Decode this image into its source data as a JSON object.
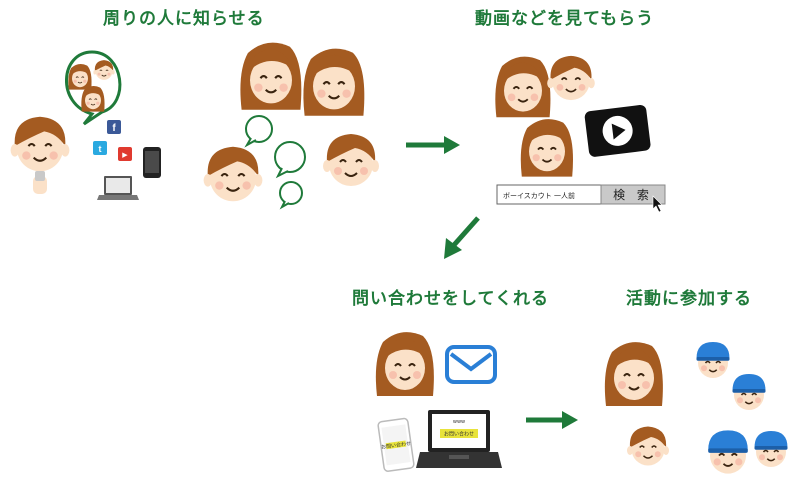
{
  "steps": {
    "notify": {
      "title": "周りの人に知らせる"
    },
    "watch": {
      "title": "動画などを見てもらう"
    },
    "inquire": {
      "title": "問い合わせをしてくれる"
    },
    "join": {
      "title": "活動に参加する"
    }
  },
  "search": {
    "query": "ボーイスカウト 一人前",
    "button": "検 索"
  },
  "laptop_screen": {
    "url": "www",
    "button": "お問い合わせ"
  },
  "phone_screen": {
    "label": "お問い合わせ"
  },
  "social_icons": {
    "facebook": "f",
    "twitter": "t",
    "youtube": "▶"
  },
  "colors": {
    "accent": "#1f7a3a",
    "skin": "#fbe1c8",
    "hair": "#a45b21",
    "cap": "#2a7fd6",
    "mail": "#2a7fd6"
  }
}
